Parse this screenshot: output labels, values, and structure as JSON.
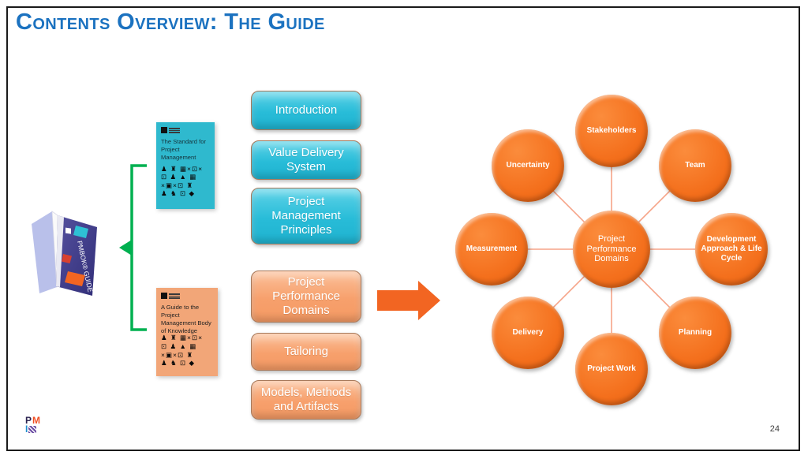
{
  "slide": {
    "title": "Contents Overview: The Guide",
    "page_number": "24"
  },
  "books": {
    "guide_3d_cover_text": "PMBOK® GUIDE",
    "standard_cover": {
      "title": "The Standard for Project Management",
      "glyph_rows": [
        "♟ ♜ ▦×⊡×",
        "⊡ ♟ ▲ ▦",
        "×▣×⊡ ♜",
        "♟ ♞ ⊡ ◆"
      ]
    },
    "guide_cover": {
      "title": "A Guide to the Project Management Body of Knowledge",
      "glyph_rows": [
        "♟ ♜ ▦×⊡×",
        "⊡ ♟ ▲ ▦",
        "×▣×⊡ ♜",
        "♟ ♞ ⊡ ◆"
      ]
    }
  },
  "buttons": [
    {
      "label": "Introduction",
      "theme": "cyan"
    },
    {
      "label": "Value Delivery System",
      "theme": "cyan"
    },
    {
      "label": "Project Management Principles",
      "theme": "cyan"
    },
    {
      "label": "Project Performance Domains",
      "theme": "orange"
    },
    {
      "label": "Tailoring",
      "theme": "orange"
    },
    {
      "label": "Models, Methods and Artifacts",
      "theme": "orange"
    }
  ],
  "diagram": {
    "center_label": "Project Performance Domains",
    "nodes": [
      "Stakeholders",
      "Team",
      "Development Approach & Life Cycle",
      "Planning",
      "Project Work",
      "Delivery",
      "Measurement",
      "Uncertainty"
    ]
  },
  "footer": {
    "logo": {
      "p": "P",
      "m": "M",
      "i": "I"
    }
  },
  "colors": {
    "title_blue": "#1B72C0",
    "cyan_button": "#2EC4DF",
    "orange_button": "#F7A576",
    "node_orange": "#F4701D",
    "connector_line": "#F6A488",
    "bracket_green": "#00B050",
    "arrow_orange": "#F26522",
    "standard_cover_teal": "#2FB9CE",
    "guide_cover_orange": "#F2A678"
  }
}
